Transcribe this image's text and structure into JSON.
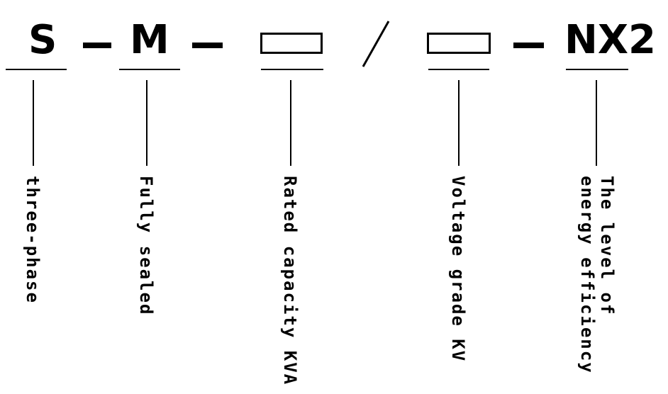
{
  "code": {
    "part1": "S",
    "part2": "M",
    "part3": "NX2"
  },
  "labels": {
    "label1": "three-phase",
    "label2": "Fully sealed",
    "label3": "Rated capacity KVA",
    "label4": "Voltage grade KV",
    "label5_line1": "The level of",
    "label5_line2": "energy efficiency"
  }
}
